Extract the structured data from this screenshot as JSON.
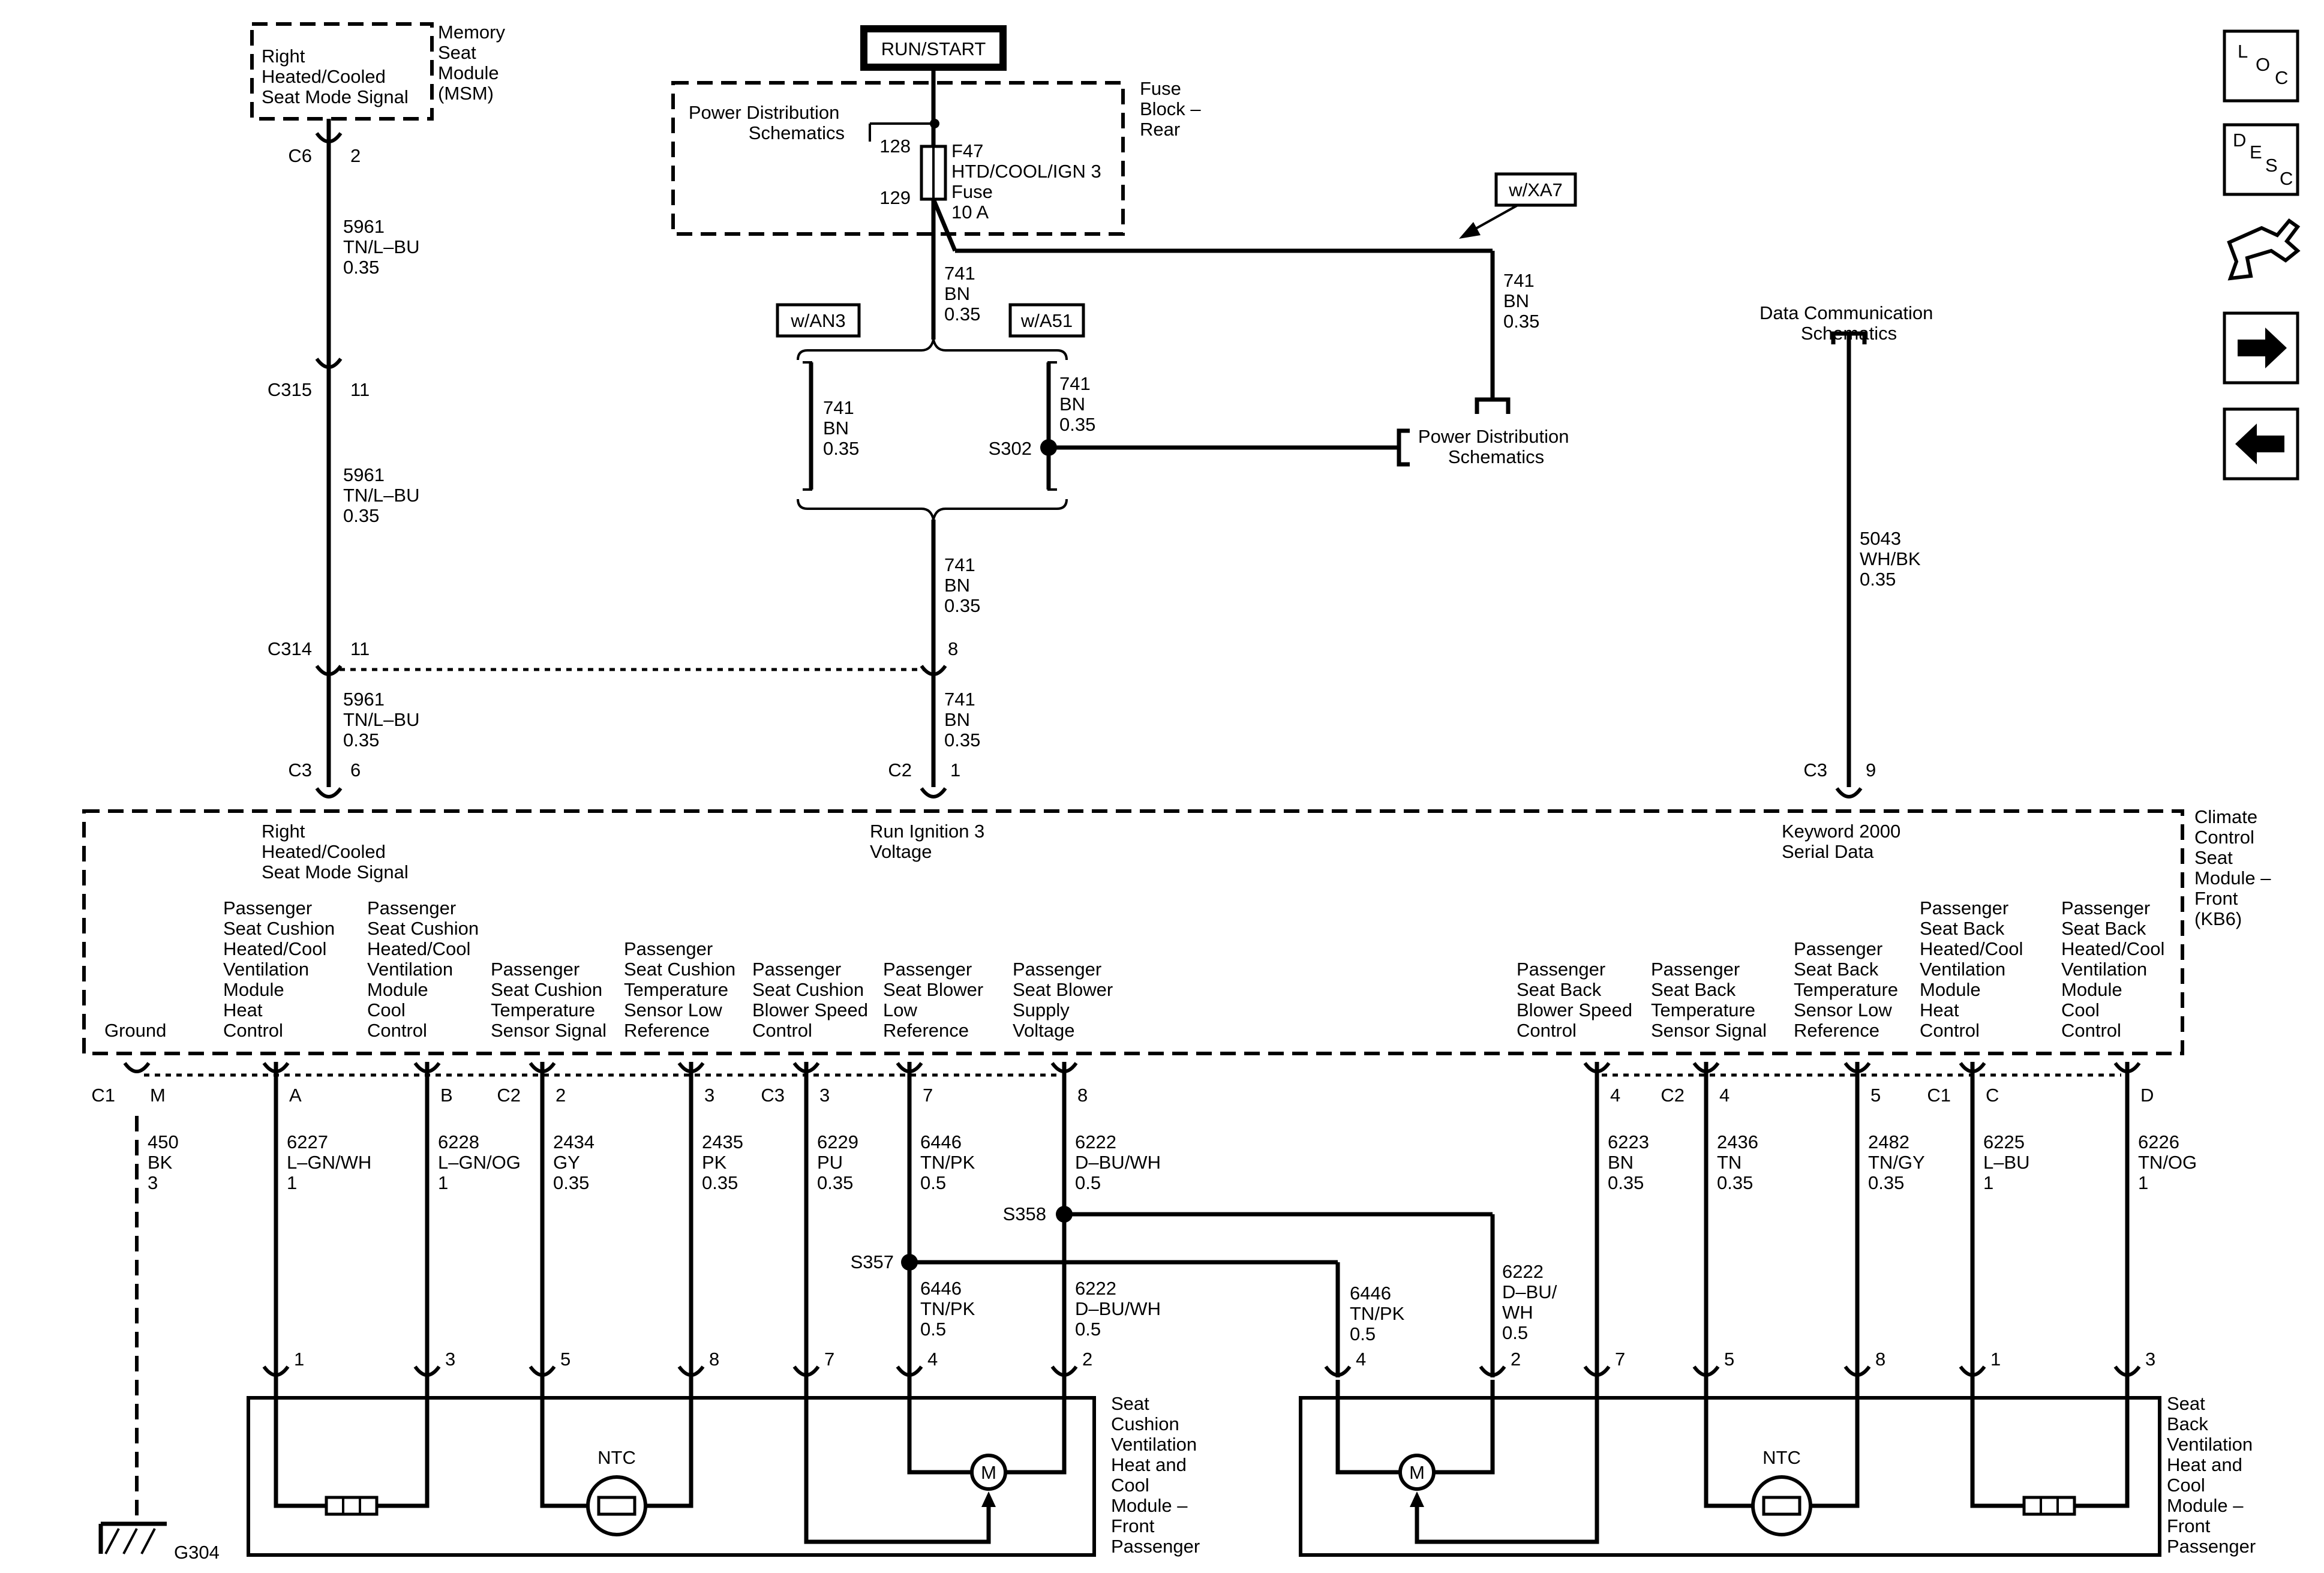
{
  "top_label": "RUN/START",
  "fuse_block": {
    "lines": [
      "Fuse",
      "Block –",
      "Rear"
    ],
    "pd_lines": [
      "Power Distribution",
      "Schematics"
    ],
    "pins": [
      "128",
      "129"
    ],
    "fuse_lines": [
      "F47",
      "HTD/COOL/IGN 3",
      "Fuse",
      "10 A"
    ]
  },
  "msm": {
    "signal_lines": [
      "Right",
      "Heated/Cooled",
      "Seat Mode Signal"
    ],
    "module_lines": [
      "Memory",
      "Seat",
      "Module",
      "(MSM)"
    ]
  },
  "options": {
    "xa7": "w/XA7",
    "an3": "w/AN3",
    "a51": "w/A51"
  },
  "splices": {
    "s302": "S302",
    "s357": "S357",
    "s358": "S358"
  },
  "pd_right_lines": [
    "Power Distribution",
    "Schematics"
  ],
  "dcs_lines": [
    "Data Communication",
    "Schematics"
  ],
  "wire_labels": [
    [
      "5961",
      "TN/L–BU",
      "0.35"
    ],
    [
      "5961",
      "TN/L–BU",
      "0.35"
    ],
    [
      "5961",
      "TN/L–BU",
      "0.35"
    ],
    [
      "741",
      "BN",
      "0.35"
    ],
    [
      "741",
      "BN",
      "0.35"
    ],
    [
      "741",
      "BN",
      "0.35"
    ],
    [
      "741",
      "BN",
      "0.35"
    ],
    [
      "741",
      "BN",
      "0.35"
    ],
    [
      "741",
      "BN",
      "0.35"
    ],
    [
      "5043",
      "WH/BK",
      "0.35"
    ]
  ],
  "connectors": [
    [
      "C6",
      "2"
    ],
    [
      "C315",
      "11"
    ],
    [
      "C314",
      "11"
    ],
    [
      "8"
    ],
    [
      "C3",
      "6"
    ],
    [
      "C2",
      "1"
    ],
    [
      "C3",
      "9"
    ]
  ],
  "ccsm": {
    "module_lines": [
      "Climate",
      "Control",
      "Seat",
      "Module –",
      "Front",
      "(KB6)"
    ],
    "top_pins": [
      [
        "Right",
        "Heated/Cooled",
        "Seat Mode Signal"
      ],
      [
        "Run Ignition 3",
        "Voltage"
      ],
      [
        "Keyword 2000",
        "Serial Data"
      ]
    ],
    "bottom_pins": [
      [
        "Ground"
      ],
      [
        "Passenger",
        "Seat Cushion",
        "Heated/Cool",
        "Ventilation",
        "Module",
        "Heat",
        "Control"
      ],
      [
        "Passenger",
        "Seat Cushion",
        "Heated/Cool",
        "Ventilation",
        "Module",
        "Cool",
        "Control"
      ],
      [
        "Passenger",
        "Seat Cushion",
        "Temperature",
        "Sensor Signal"
      ],
      [
        "Passenger",
        "Seat Cushion",
        "Temperature",
        "Sensor Low",
        "Reference"
      ],
      [
        "Passenger",
        "Seat Cushion",
        "Blower Speed",
        "Control"
      ],
      [
        "Passenger",
        "Seat Blower",
        "Low",
        "Reference"
      ],
      [
        "Passenger",
        "Seat Blower",
        "Supply",
        "Voltage"
      ],
      [
        "Passenger",
        "Seat Back",
        "Blower Speed",
        "Control"
      ],
      [
        "Passenger",
        "Seat Back",
        "Temperature",
        "Sensor Signal"
      ],
      [
        "Passenger",
        "Seat Back",
        "Temperature",
        "Sensor Low",
        "Reference"
      ],
      [
        "Passenger",
        "Seat Back",
        "Heated/Cool",
        "Ventilation",
        "Module",
        "Heat",
        "Control"
      ],
      [
        "Passenger",
        "Seat Back",
        "Heated/Cool",
        "Ventilation",
        "Module",
        "Cool",
        "Control"
      ]
    ]
  },
  "lower_pins": [
    {
      "conn": "C1",
      "pin": "M",
      "wire": [
        "450",
        "BK",
        "3"
      ],
      "end": ""
    },
    {
      "conn": "",
      "pin": "A",
      "wire": [
        "6227",
        "L–GN/WH",
        "1"
      ],
      "end": "1"
    },
    {
      "conn": "",
      "pin": "B",
      "wire": [
        "6228",
        "L–GN/OG",
        "1"
      ],
      "end": "3"
    },
    {
      "conn": "C2",
      "pin": "2",
      "wire": [
        "2434",
        "GY",
        "0.35"
      ],
      "end": "5"
    },
    {
      "conn": "",
      "pin": "3",
      "wire": [
        "2435",
        "PK",
        "0.35"
      ],
      "end": "8"
    },
    {
      "conn": "C3",
      "pin": "3",
      "wire": [
        "6229",
        "PU",
        "0.35"
      ],
      "end": "7"
    },
    {
      "conn": "",
      "pin": "7",
      "wire": [
        "6446",
        "TN/PK",
        "0.5"
      ],
      "end": "4"
    },
    {
      "conn": "",
      "pin": "8",
      "wire": [
        "6222",
        "D–BU/WH",
        "0.5"
      ],
      "end": "2"
    },
    {
      "conn": "",
      "pin": "4",
      "wire": [
        "6223",
        "BN",
        "0.35"
      ],
      "end": "7"
    },
    {
      "conn": "C2",
      "pin": "4",
      "wire": [
        "2436",
        "TN",
        "0.35"
      ],
      "end": "5"
    },
    {
      "conn": "",
      "pin": "5",
      "wire": [
        "2482",
        "TN/GY",
        "0.35"
      ],
      "end": "8"
    },
    {
      "conn": "C1",
      "pin": "C",
      "wire": [
        "6225",
        "L–BU",
        "1"
      ],
      "end": "1"
    },
    {
      "conn": "",
      "pin": "D",
      "wire": [
        "6226",
        "TN/OG",
        "1"
      ],
      "end": "3"
    }
  ],
  "splice_wires": [
    [
      "6446",
      "TN/PK",
      "0.5"
    ],
    [
      "6222",
      "D–BU/WH",
      "0.5"
    ],
    [
      "6446",
      "TN/PK",
      "0.5"
    ],
    [
      "6222",
      "D–BU/",
      "WH",
      "0.5"
    ]
  ],
  "back_pins": [
    "4",
    "2"
  ],
  "ntc": [
    "NTC",
    "NTC"
  ],
  "motor": [
    "M",
    "M"
  ],
  "cushion_module_lines": [
    "Seat",
    "Cushion",
    "Ventilation",
    "Heat and",
    "Cool",
    "Module –",
    "Front",
    "Passenger"
  ],
  "back_module_lines": [
    "Seat",
    "Back",
    "Ventilation",
    "Heat and",
    "Cool",
    "Module –",
    "Front",
    "Passenger"
  ],
  "ground": "G304",
  "nav": {
    "loc": [
      "L",
      "O",
      "C"
    ],
    "desc": [
      "D",
      "E",
      "S",
      "C"
    ],
    "icons": [
      "connector-icon",
      "next-arrow-icon",
      "back-arrow-icon"
    ]
  }
}
